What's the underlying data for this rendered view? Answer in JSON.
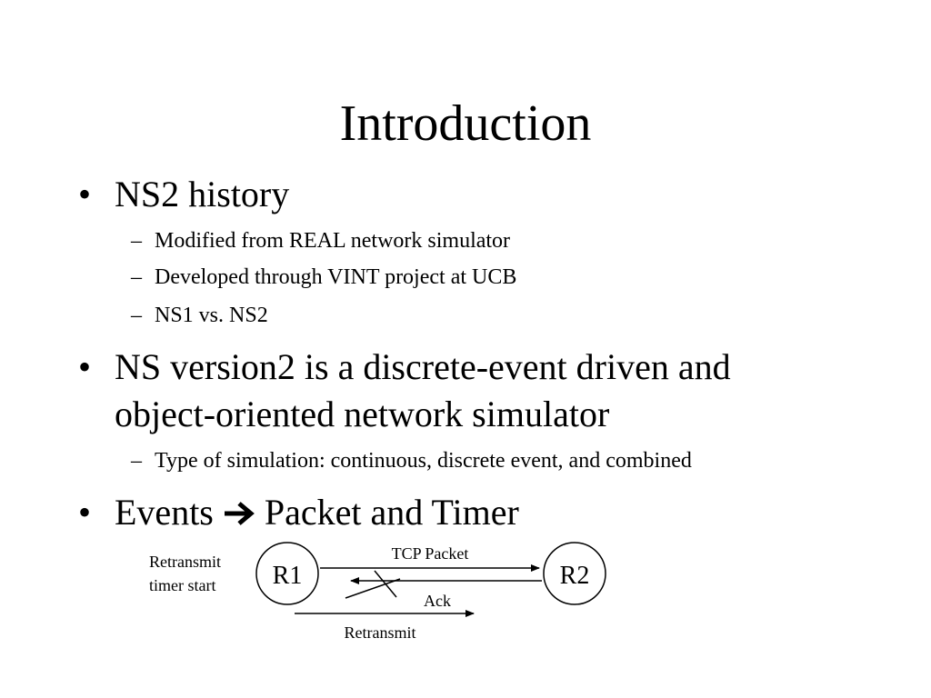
{
  "title": "Introduction",
  "bullets": [
    {
      "bullet_char": "•",
      "text": "NS2 history",
      "subs": [
        "Modified from REAL network simulator",
        "Developed through VINT project at UCB",
        "NS1 vs. NS2"
      ]
    },
    {
      "bullet_char": "•",
      "text_line1": "NS version2 is a discrete-event driven and",
      "text_line2": "object-oriented network simulator",
      "subs": [
        "Type of simulation: continuous, discrete event, and combined"
      ]
    },
    {
      "bullet_char": "•",
      "text_before": "Events ",
      "arrow_icon": "right-arrow-icon",
      "text_after": " Packet and Timer"
    }
  ],
  "sub_dash": "–",
  "diagram": {
    "node_r1": "R1",
    "node_r2": "R2",
    "retransmit_timer_line1": "Retransmit",
    "retransmit_timer_line2": "timer start",
    "tcp_packet_label": "TCP Packet",
    "ack_label": "Ack",
    "retransmit_label": "Retransmit"
  }
}
